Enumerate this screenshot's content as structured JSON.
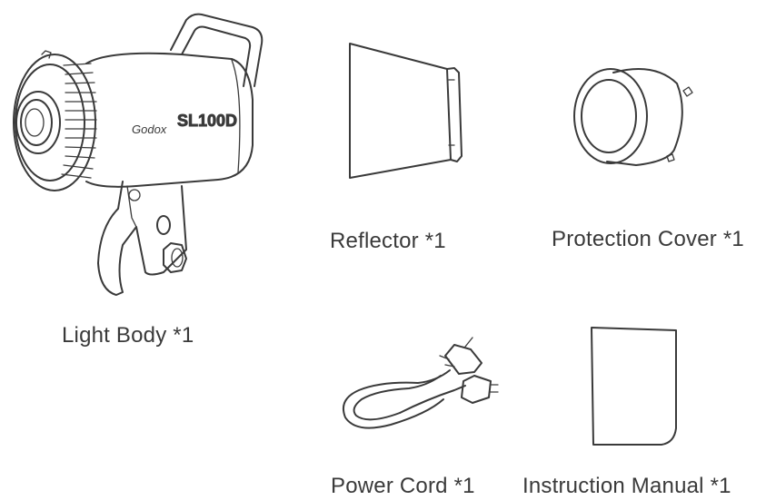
{
  "items": {
    "light_body": {
      "label": "Light Body *1",
      "brand": "Godox",
      "model": "SL100D"
    },
    "reflector": {
      "label": "Reflector *1"
    },
    "protection_cover": {
      "label": "Protection Cover *1"
    },
    "power_cord": {
      "label": "Power Cord *1"
    },
    "instruction_manual": {
      "label": "Instruction Manual *1"
    }
  }
}
